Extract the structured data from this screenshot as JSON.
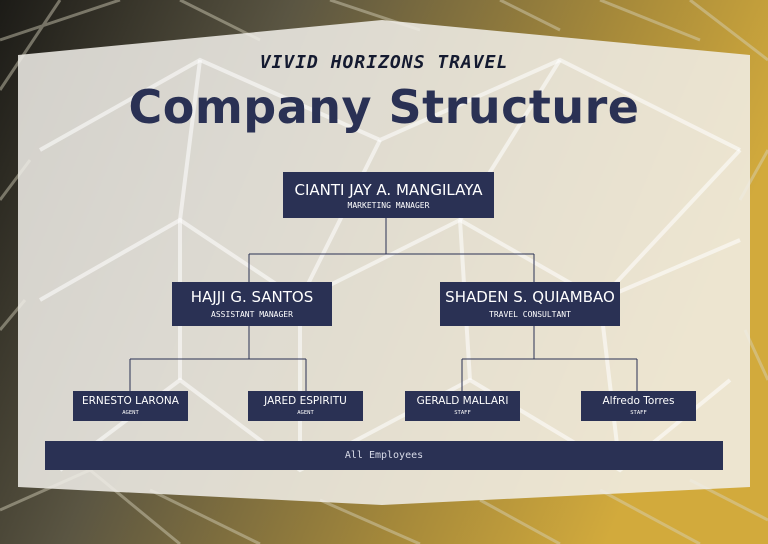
{
  "header": {
    "company": "VIVID HORIZONS TRAVEL",
    "title": "Company Structure"
  },
  "chart": {
    "top": {
      "name": "CIANTI JAY A. MANGILAYA",
      "role": "MARKETING MANAGER"
    },
    "middle": [
      {
        "name": "HAJJI G. SANTOS",
        "role": "ASSISTANT MANAGER"
      },
      {
        "name": "SHADEN S. QUIAMBAO",
        "role": "TRAVEL CONSULTANT"
      }
    ],
    "bottom": [
      {
        "name": "ERNESTO LARONA",
        "role": "AGENT"
      },
      {
        "name": "JARED ESPIRITU",
        "role": "AGENT"
      },
      {
        "name": "GERALD MALLARI",
        "role": "STAFF"
      },
      {
        "name": "Alfredo Torres",
        "role": "STAFF"
      }
    ],
    "footer": "All Employees"
  },
  "colors": {
    "box": "#2a3154",
    "panel": "#f1efe9",
    "background_dark": "#1a1a16",
    "background_gold": "#c9a23a"
  }
}
